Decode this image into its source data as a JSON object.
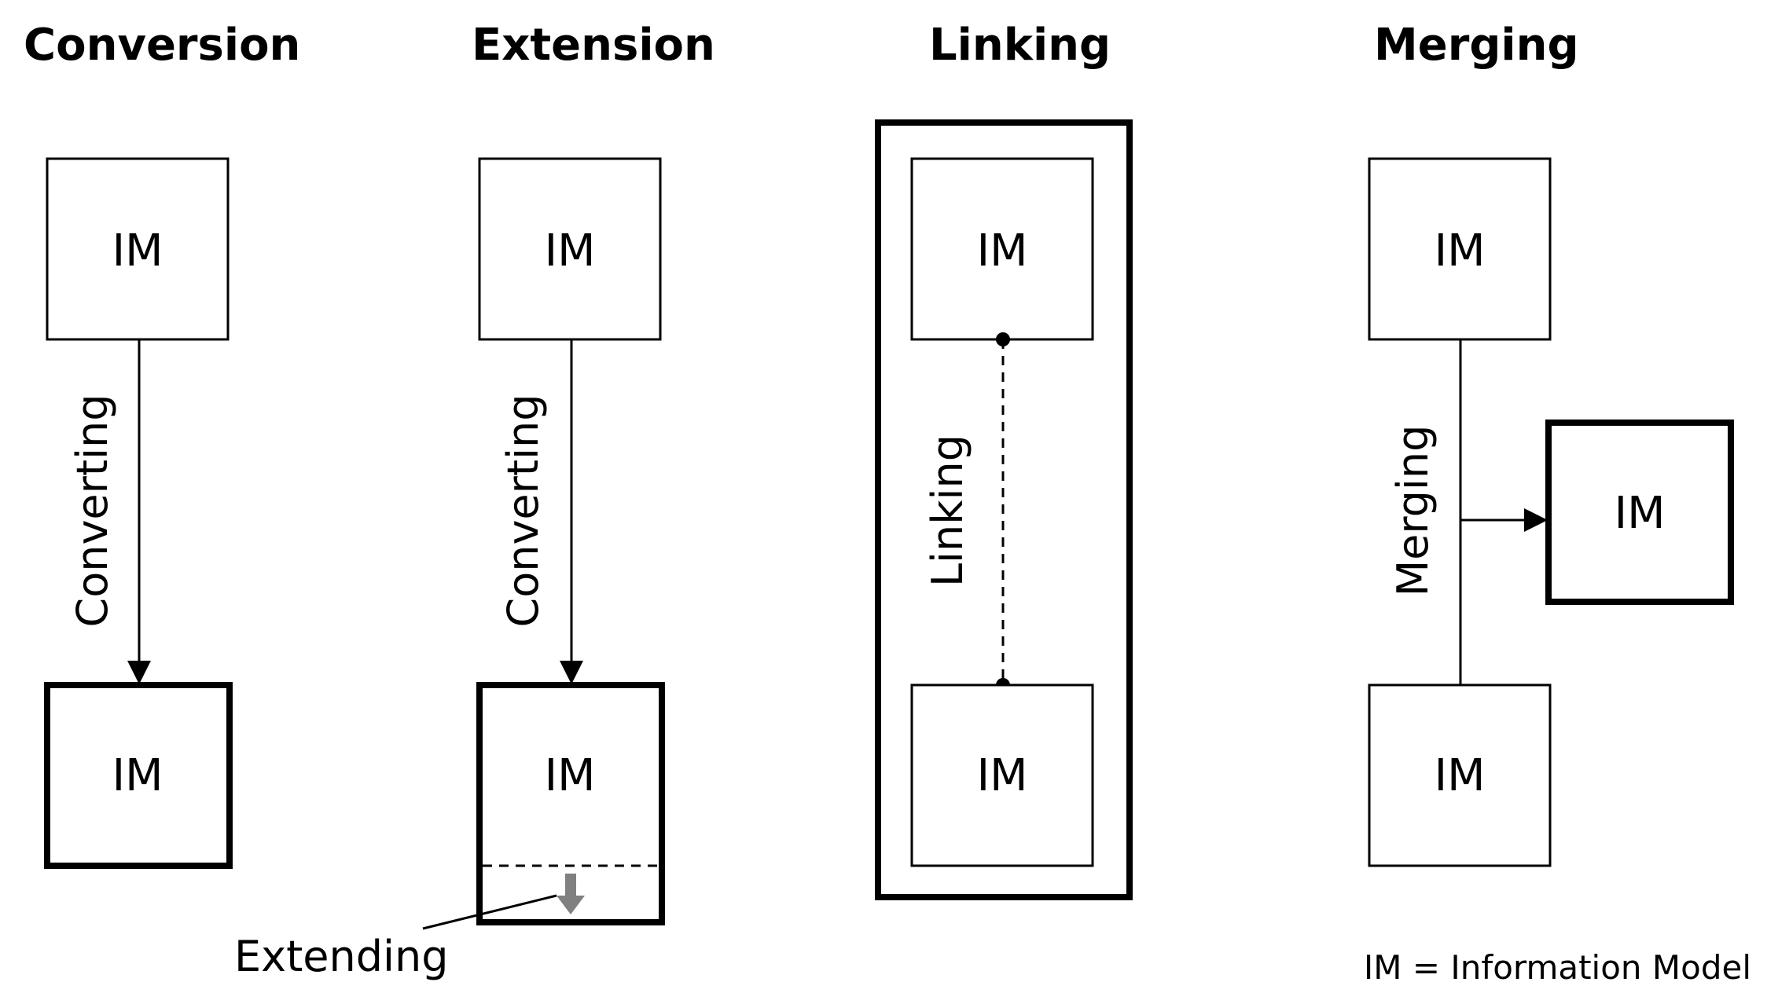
{
  "titles": {
    "conversion": "Conversion",
    "extension": "Extension",
    "linking": "Linking",
    "merging": "Merging"
  },
  "box_label": "IM",
  "labels": {
    "conversion_edge": "Converting",
    "extension_edge": "Converting",
    "linking_edge": "Linking",
    "merging_edge": "Merging",
    "extending": "Extending"
  },
  "legend": "IM = Information Model",
  "colors": {
    "stroke": "#000000",
    "extend_arrow": "#808080"
  }
}
